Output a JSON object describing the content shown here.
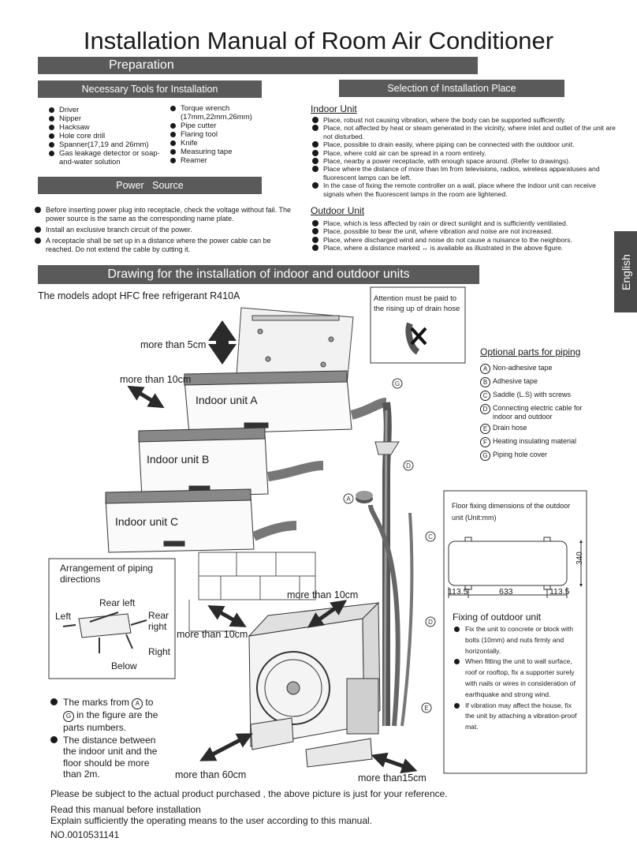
{
  "title": "Installation Manual of Room Air Conditioner",
  "preparation_label": "Preparation",
  "tools": {
    "heading": "Necessary Tools for Installation",
    "col1": [
      "Driver",
      "Nipper",
      "Hacksaw",
      "Hole core drill",
      "Spanner(17,19 and 26mm)",
      "Gas leakage detector or soap-and-water solution"
    ],
    "col2": [
      "Torque wrench (17mm,22mm,26mm)",
      "Pipe cutter",
      "Flaring tool",
      "Knife",
      "Measuring tape",
      "Reamer"
    ]
  },
  "power": {
    "heading": "Power   Source",
    "items": [
      "Before inserting power plug into receptacle, check the voltage without fail. The power  source is the same as the corresponding name plate.",
      "Install an exclusive branch circuit of the power.",
      "A receptacle shall be set up in a distance where the power cable can be reached. Do not extend the cable by cutting it."
    ]
  },
  "selection": {
    "heading": "Selection of Installation Place",
    "indoor_label": "Indoor Unit",
    "indoor_items": [
      "Place, robust not causing vibration, where the body can be supported sufficiently.",
      "Place, not affected by heat or steam generated in the vicinity, where inlet and outlet of the unit are not disturbed.",
      "Place, possible to drain easily, where piping can be connected with the outdoor unit.",
      "Place, where cold air can be spread in a room entirely.",
      "Place, nearby a power receptacle, with enough space around. (Refer to drawings).",
      "Place where the distance of more than lm from televisions, radios, wireless apparatuses and fluorescent lamps can be left.",
      "In the case of fixing the remote controller on a wall, place where the indoor unit can receive signals when the fluorescent lamps in the room are lightened."
    ],
    "outdoor_label": "Outdoor Unit",
    "outdoor_items": [
      "Place, which is less affected by rain or direct sunlight and is sufficiently ventilated.",
      "Place, possible to bear the unit, where vibration and noise are not increased.",
      "Place, where discharged wind and noise do not cause a nuisance to the neighbors.",
      "Place, where a distance marked ↔ is available as illustrated in the above figure."
    ]
  },
  "side_tab": "English",
  "drawing": {
    "heading": "Drawing for the installation of indoor and outdoor units",
    "refrigerant": "The models adopt HFC free refrigerant R410A",
    "attention": "Attention must be paid to the rising up of drain hose",
    "more_than_5cm": "more than 5cm",
    "more_than_10cm_a": "more than 10cm",
    "more_than_10cm_b": "more than 10cm",
    "more_than_10cm_c": "more than 10cm",
    "more_than_60cm": "more than 60cm",
    "more_than_15cm": "more than15cm",
    "unit_a": "Indoor unit A",
    "unit_b": "Indoor unit B",
    "unit_c": "Indoor unit C",
    "callouts": [
      "G",
      "D",
      "A",
      "C",
      "D",
      "E"
    ]
  },
  "optional": {
    "heading": "Optional parts for piping",
    "items": [
      {
        "mark": "A",
        "text": "Non-adhesive tape"
      },
      {
        "mark": "B",
        "text": "Adhesive tape"
      },
      {
        "mark": "C",
        "text": "Saddle (L.S) with screws"
      },
      {
        "mark": "D",
        "text": "Connecting electric cable for indoor and outdoor"
      },
      {
        "mark": "E",
        "text": "Drain hose"
      },
      {
        "mark": "F",
        "text": "Heating insulating material"
      },
      {
        "mark": "G",
        "text": "Piping hole cover"
      }
    ]
  },
  "floor_fixing": {
    "heading": "Floor fixing dimensions of the outdoor unit (Unit:mm)",
    "dim_height": "340",
    "dim_left": "113.5",
    "dim_mid": "633",
    "dim_right": "113.5"
  },
  "fixing_outdoor": {
    "heading": "Fixing of outdoor unit",
    "items": [
      "Fix the unit to concrete or block with bolts (10mm) and nuts firmly and horizontally.",
      "When fitting the unit to wall surface, roof or rooftop, fix a supporter surely with nails or wires in consideration of earthquake and strong wind.",
      "If vibration may affect the house, fix the unit by attaching a vibration-proof mat."
    ]
  },
  "piping_arrangement": {
    "heading": "Arrangement of piping directions",
    "rear_left": "Rear left",
    "left": "Left",
    "rear_right": "Rear right",
    "right": "Right",
    "below": "Below"
  },
  "notes": {
    "item1_pre": "The marks from",
    "item1_a": "A",
    "item1_mid": "to",
    "item1_g": "G",
    "item1_post": "in the figure are the parts numbers.",
    "item2": "The distance between the indoor unit and the floor should be more than 2m."
  },
  "footer": {
    "line1": "Please be subject to the actual product purchased , the above picture is just for your reference.",
    "line2": "Read this manual before installation",
    "line3": "Explain sufficiently the operating means to the user according to this manual.",
    "line4": "NO.0010531141"
  }
}
